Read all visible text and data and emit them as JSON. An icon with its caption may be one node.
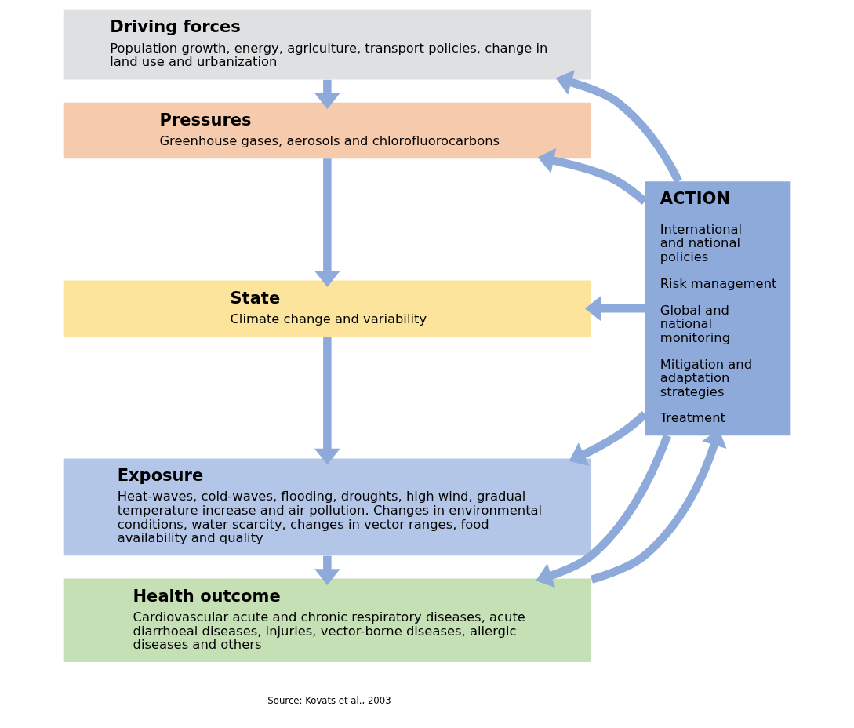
{
  "diagram": {
    "nodes": [
      {
        "text": [
          "Driving forces",
          "Population growth, energy, agriculture, transport policies, change in land use and urbanization"
        ]
      },
      {
        "text": [
          "Pressures",
          "Greenhouse gases, aerosols and chlorofluorocarbons"
        ]
      },
      {
        "text": [
          "State",
          "Climate change and variability"
        ]
      },
      {
        "text": [
          "Exposure",
          "Heat-waves, cold-waves, flooding, droughts, high wind, gradual temperature increase and air pollution. Changes in environmental conditions, water scarcity, changes in vector ranges, food availability and quality"
        ]
      },
      {
        "text": [
          "Health outcome",
          "Cardiovascular acute and chronic respiratory diseases, acute diarrhoeal diseases, injuries, vector-borne diseases, allergic diseases and others"
        ]
      },
      {
        "text": [
          "ACTION",
          "International and national policies",
          "Risk management",
          "Global and national monitoring",
          "Mitigation and adaptation strategies",
          "Treatment"
        ]
      }
    ],
    "edges": [
      {
        "from": 0,
        "to": 1,
        "arrow": "to"
      },
      {
        "from": 1,
        "to": 2,
        "arrow": "to"
      },
      {
        "from": 2,
        "to": 3,
        "arrow": "to"
      },
      {
        "from": 3,
        "to": 4,
        "arrow": "to"
      },
      {
        "from": 5,
        "to": 0,
        "arrow": "to"
      },
      {
        "from": 5,
        "to": 1,
        "arrow": "to"
      },
      {
        "from": 5,
        "to": 2,
        "arrow": "to"
      },
      {
        "from": 5,
        "to": 3,
        "arrow": "to"
      },
      {
        "from": 5,
        "to": 4,
        "arrow": "to"
      },
      {
        "from": 4,
        "to": 5,
        "arrow": "to"
      }
    ],
    "labels": [
      "Source: Kovats et al., 2003"
    ]
  }
}
